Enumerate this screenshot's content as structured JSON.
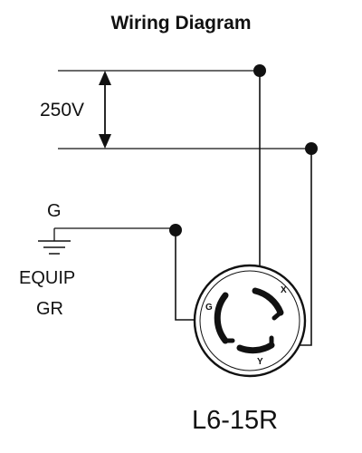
{
  "title": "Wiring Diagram",
  "voltage_label": "250V",
  "ground_label": "G",
  "equipment_ground_label_line1": "EQUIP",
  "equipment_ground_label_line2": "GR",
  "terminal_labels": {
    "ground": "G",
    "x": "X",
    "y": "Y"
  },
  "model": "L6-15R",
  "colors": {
    "line": "#111111",
    "background": "#ffffff"
  }
}
